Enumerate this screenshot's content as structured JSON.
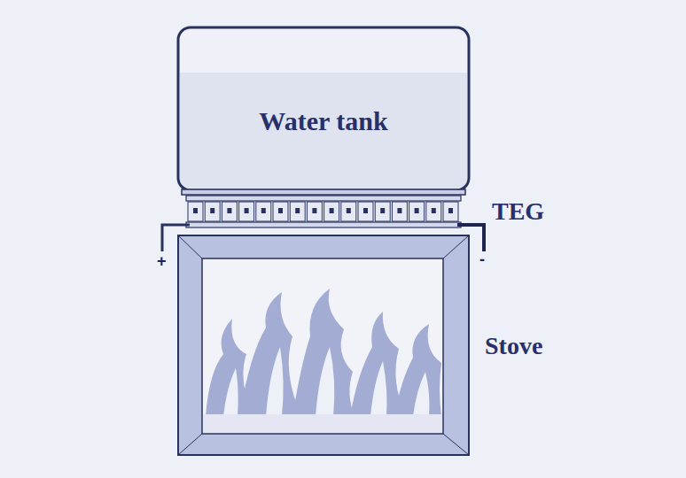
{
  "diagram": {
    "nodes": [
      {
        "text": [
          "Water tank"
        ]
      },
      {
        "text": [
          "TEG"
        ]
      },
      {
        "text": [
          "Stove"
        ]
      }
    ],
    "labels": [
      "+",
      "-"
    ]
  }
}
